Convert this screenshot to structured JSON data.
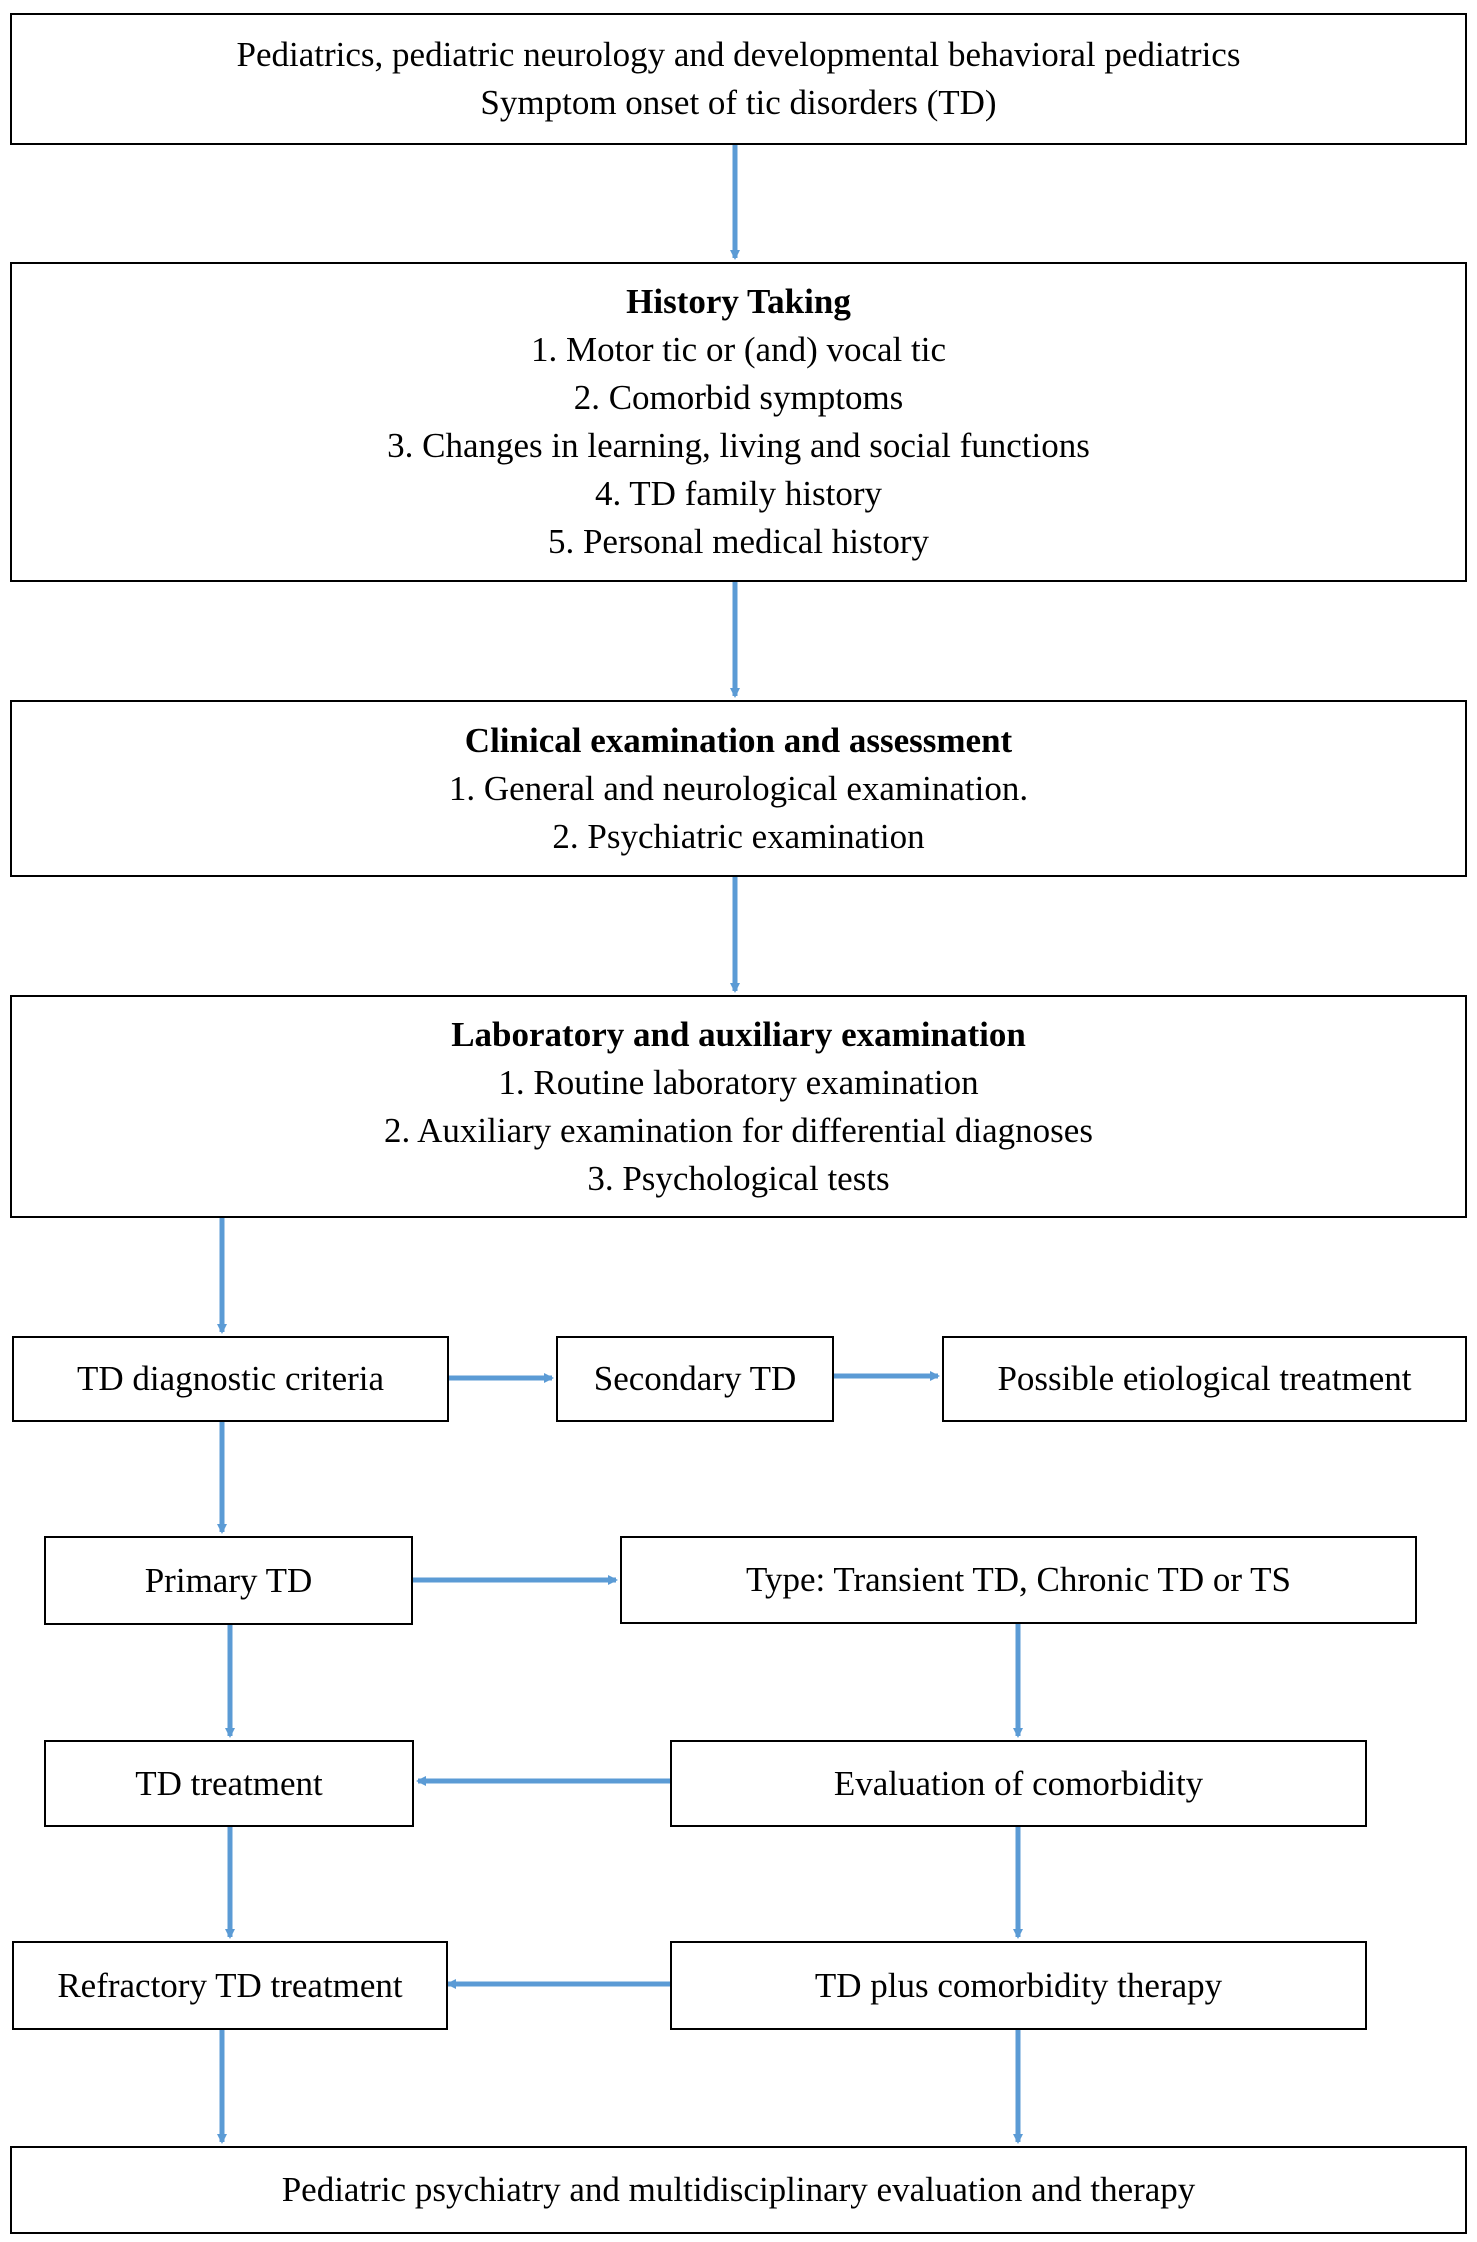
{
  "colors": {
    "arrow": "#5b9bd5",
    "border": "#000000"
  },
  "header": {
    "line1": "Pediatrics, pediatric neurology and developmental behavioral pediatrics",
    "line2": "Symptom onset of tic disorders (TD)"
  },
  "history": {
    "title": "History Taking",
    "items": [
      "1. Motor tic or (and) vocal tic",
      "2. Comorbid symptoms",
      "3. Changes in learning, living and social functions",
      "4. TD family history",
      "5. Personal medical history"
    ]
  },
  "clinical": {
    "title": "Clinical examination and assessment",
    "items": [
      "1. General and neurological examination.",
      "2. Psychiatric examination"
    ]
  },
  "laboratory": {
    "title": "Laboratory and auxiliary examination",
    "items": [
      "1. Routine laboratory examination",
      "2. Auxiliary examination for differential diagnoses",
      "3. Psychological tests"
    ]
  },
  "nodes": {
    "criteria": "TD diagnostic criteria",
    "secondary": "Secondary TD",
    "etiological": "Possible etiological treatment",
    "primary": "Primary TD",
    "type": "Type: Transient TD, Chronic TD or TS",
    "treatment": "TD treatment",
    "comorbidity_eval": "Evaluation of comorbidity",
    "refractory": "Refractory TD treatment",
    "plus_therapy": "TD plus comorbidity therapy",
    "final": "Pediatric psychiatry and multidisciplinary evaluation and therapy"
  }
}
